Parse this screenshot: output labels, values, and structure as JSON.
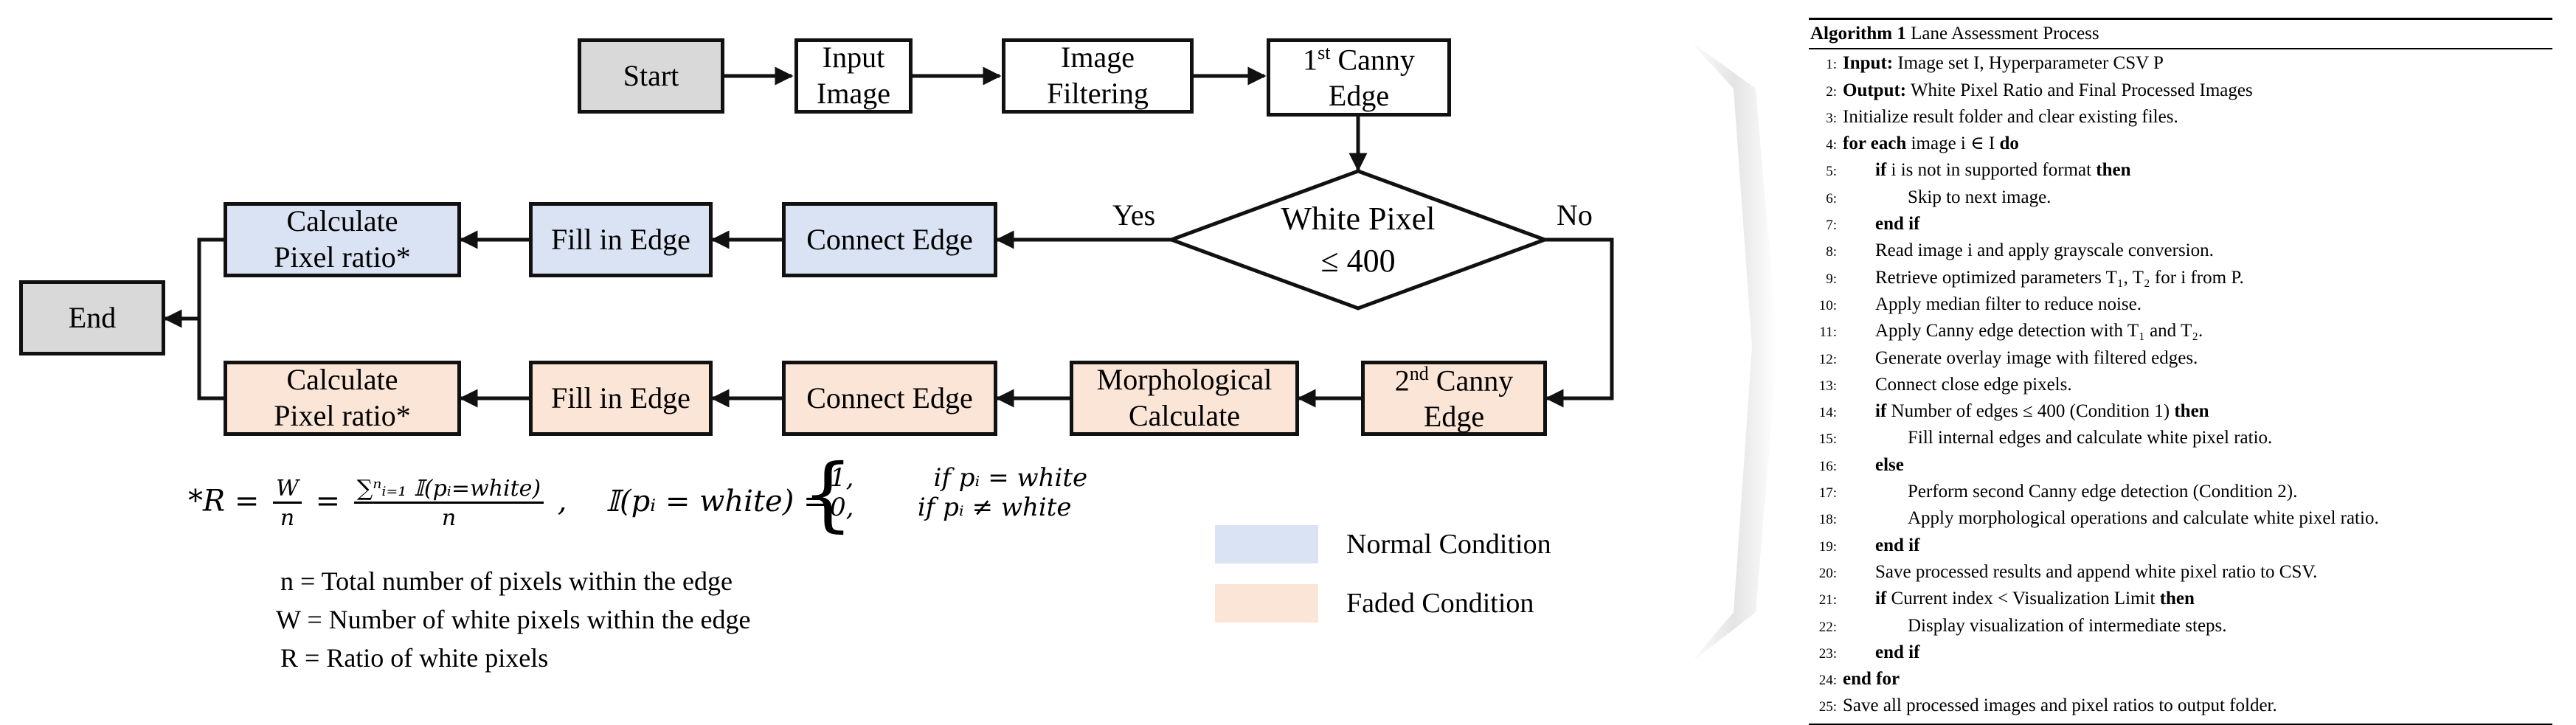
{
  "colors": {
    "grey_node": "#d9d9d9",
    "normal_condition": "#dae3f3",
    "faded_condition": "#fbe5d6",
    "stroke": "#111111"
  },
  "flowchart": {
    "start": "Start",
    "input_image": "Input\nImage",
    "image_filtering": "Image\nFiltering",
    "first_canny": {
      "prefix": "1",
      "sup": "st",
      "suffix": " Canny\nEdge"
    },
    "decision": {
      "line1": "White Pixel",
      "line2": "≤ 400"
    },
    "yes": "Yes",
    "no": "No",
    "normal_connect": "Connect Edge",
    "normal_fill": "Fill in Edge",
    "normal_calc": "Calculate\nPixel ratio*",
    "end": "End",
    "second_canny": {
      "prefix": "2",
      "sup": "nd",
      "suffix": " Canny\nEdge"
    },
    "morph": "Morphological\nCalculate",
    "faded_connect": "Connect Edge",
    "faded_fill": "Fill in Edge",
    "faded_calc": "Calculate\nPixel ratio*"
  },
  "formula": {
    "lhs": "*R = ",
    "frac1": {
      "num": "W",
      "den": "n"
    },
    "eq": " = ",
    "frac2": {
      "num": "∑ⁿᵢ₌₁ 𝕀(pᵢ=white)",
      "den": "n"
    },
    "comma": " ,",
    "indicator": "𝕀(pᵢ = white) =",
    "case1": "1,          if pᵢ = white",
    "case2": "0,        if pᵢ ≠ white"
  },
  "definitions": [
    "n = Total number of pixels within the edge",
    "W = Number of white pixels within the edge",
    "R = Ratio of white pixels"
  ],
  "legend": {
    "normal": "Normal Condition",
    "faded": "Faded Condition"
  },
  "algorithm": {
    "label": "Algorithm 1",
    "title": "Lane Assessment Process",
    "lines": [
      {
        "n": "1:",
        "indent": 0,
        "text": "Input: Image set I, Hyperparameter CSV P"
      },
      {
        "n": "2:",
        "indent": 0,
        "text": "Output: White Pixel Ratio and Final Processed Images"
      },
      {
        "n": "3:",
        "indent": 0,
        "text": "Initialize result folder and clear existing files."
      },
      {
        "n": "4:",
        "indent": 0,
        "text": "for each image i ∈ I do"
      },
      {
        "n": "5:",
        "indent": 1,
        "text": "if i is not in supported format then"
      },
      {
        "n": "6:",
        "indent": 2,
        "text": "Skip to next image."
      },
      {
        "n": "7:",
        "indent": 1,
        "text": "end if"
      },
      {
        "n": "8:",
        "indent": 1,
        "text": "Read image i and apply grayscale conversion."
      },
      {
        "n": "9:",
        "indent": 1,
        "text": "Retrieve optimized parameters T₁, T₂ for i from P."
      },
      {
        "n": "10:",
        "indent": 1,
        "text": "Apply median filter to reduce noise."
      },
      {
        "n": "11:",
        "indent": 1,
        "text": "Apply Canny edge detection with T₁ and T₂."
      },
      {
        "n": "12:",
        "indent": 1,
        "text": "Generate overlay image with filtered edges."
      },
      {
        "n": "13:",
        "indent": 1,
        "text": "Connect close edge pixels."
      },
      {
        "n": "14:",
        "indent": 1,
        "text": "if Number of edges ≤ 400 (Condition 1) then"
      },
      {
        "n": "15:",
        "indent": 2,
        "text": "Fill internal edges and calculate white pixel ratio."
      },
      {
        "n": "16:",
        "indent": 1,
        "text": "else"
      },
      {
        "n": "17:",
        "indent": 2,
        "text": "Perform second Canny edge detection (Condition 2)."
      },
      {
        "n": "18:",
        "indent": 2,
        "text": "Apply morphological operations and calculate white pixel ratio."
      },
      {
        "n": "19:",
        "indent": 1,
        "text": "end if"
      },
      {
        "n": "20:",
        "indent": 1,
        "text": "Save processed results and append white pixel ratio to CSV."
      },
      {
        "n": "21:",
        "indent": 1,
        "text": "if Current index < Visualization Limit then"
      },
      {
        "n": "22:",
        "indent": 2,
        "text": "Display visualization of intermediate steps."
      },
      {
        "n": "23:",
        "indent": 1,
        "text": "end if"
      },
      {
        "n": "24:",
        "indent": 0,
        "text": "end for"
      },
      {
        "n": "25:",
        "indent": 0,
        "text": "Save all processed images and pixel ratios to output folder."
      }
    ]
  }
}
